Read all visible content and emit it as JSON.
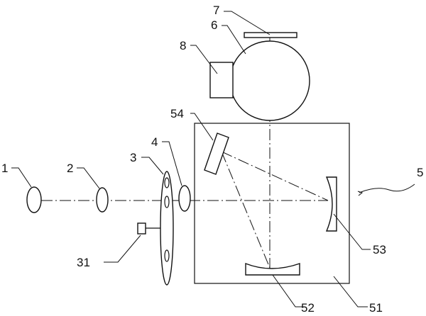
{
  "labels": {
    "l1": "1",
    "l2": "2",
    "l3": "3",
    "l4": "4",
    "l5": "5",
    "l6": "6",
    "l7": "7",
    "l8": "8",
    "l31": "31",
    "l51": "51",
    "l52": "52",
    "l53": "53",
    "l54": "54"
  }
}
